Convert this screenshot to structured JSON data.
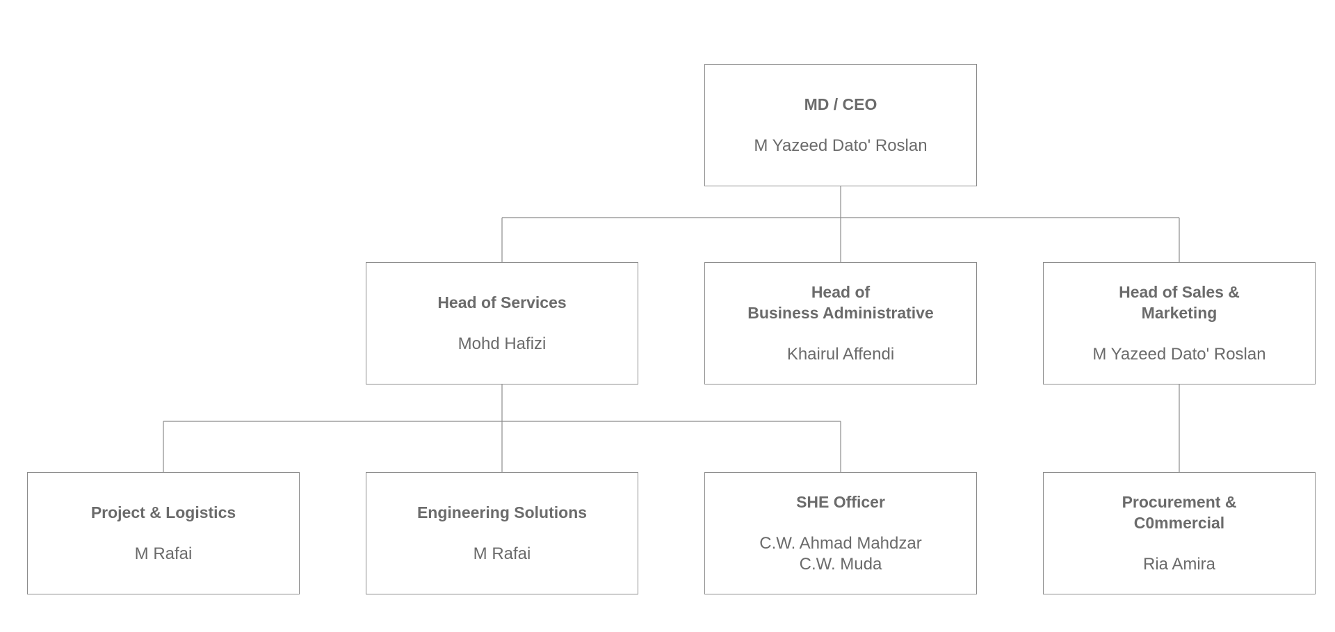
{
  "nodes": {
    "ceo": {
      "title": [
        "MD / CEO"
      ],
      "names": [
        "M Yazeed Dato' Roslan"
      ]
    },
    "services": {
      "title": [
        "Head of Services"
      ],
      "names": [
        "Mohd Hafizi"
      ]
    },
    "admin": {
      "title": [
        "Head of",
        "Business Administrative"
      ],
      "names": [
        "Khairul Affendi"
      ]
    },
    "sales": {
      "title": [
        "Head of Sales &",
        "Marketing"
      ],
      "names": [
        "M Yazeed Dato' Roslan"
      ]
    },
    "project": {
      "title": [
        "Project & Logistics"
      ],
      "names": [
        "M Rafai"
      ]
    },
    "engineering": {
      "title": [
        "Engineering Solutions"
      ],
      "names": [
        "M Rafai"
      ]
    },
    "she": {
      "title": [
        "SHE Officer"
      ],
      "names": [
        "C.W. Ahmad Mahdzar",
        "C.W. Muda"
      ]
    },
    "procurement": {
      "title": [
        "Procurement &",
        "C0mmercial"
      ],
      "names": [
        "Ria Amira"
      ]
    }
  },
  "colors": {
    "text": "#6b6b6b",
    "border": "#8c8c8c",
    "background": "#ffffff"
  }
}
